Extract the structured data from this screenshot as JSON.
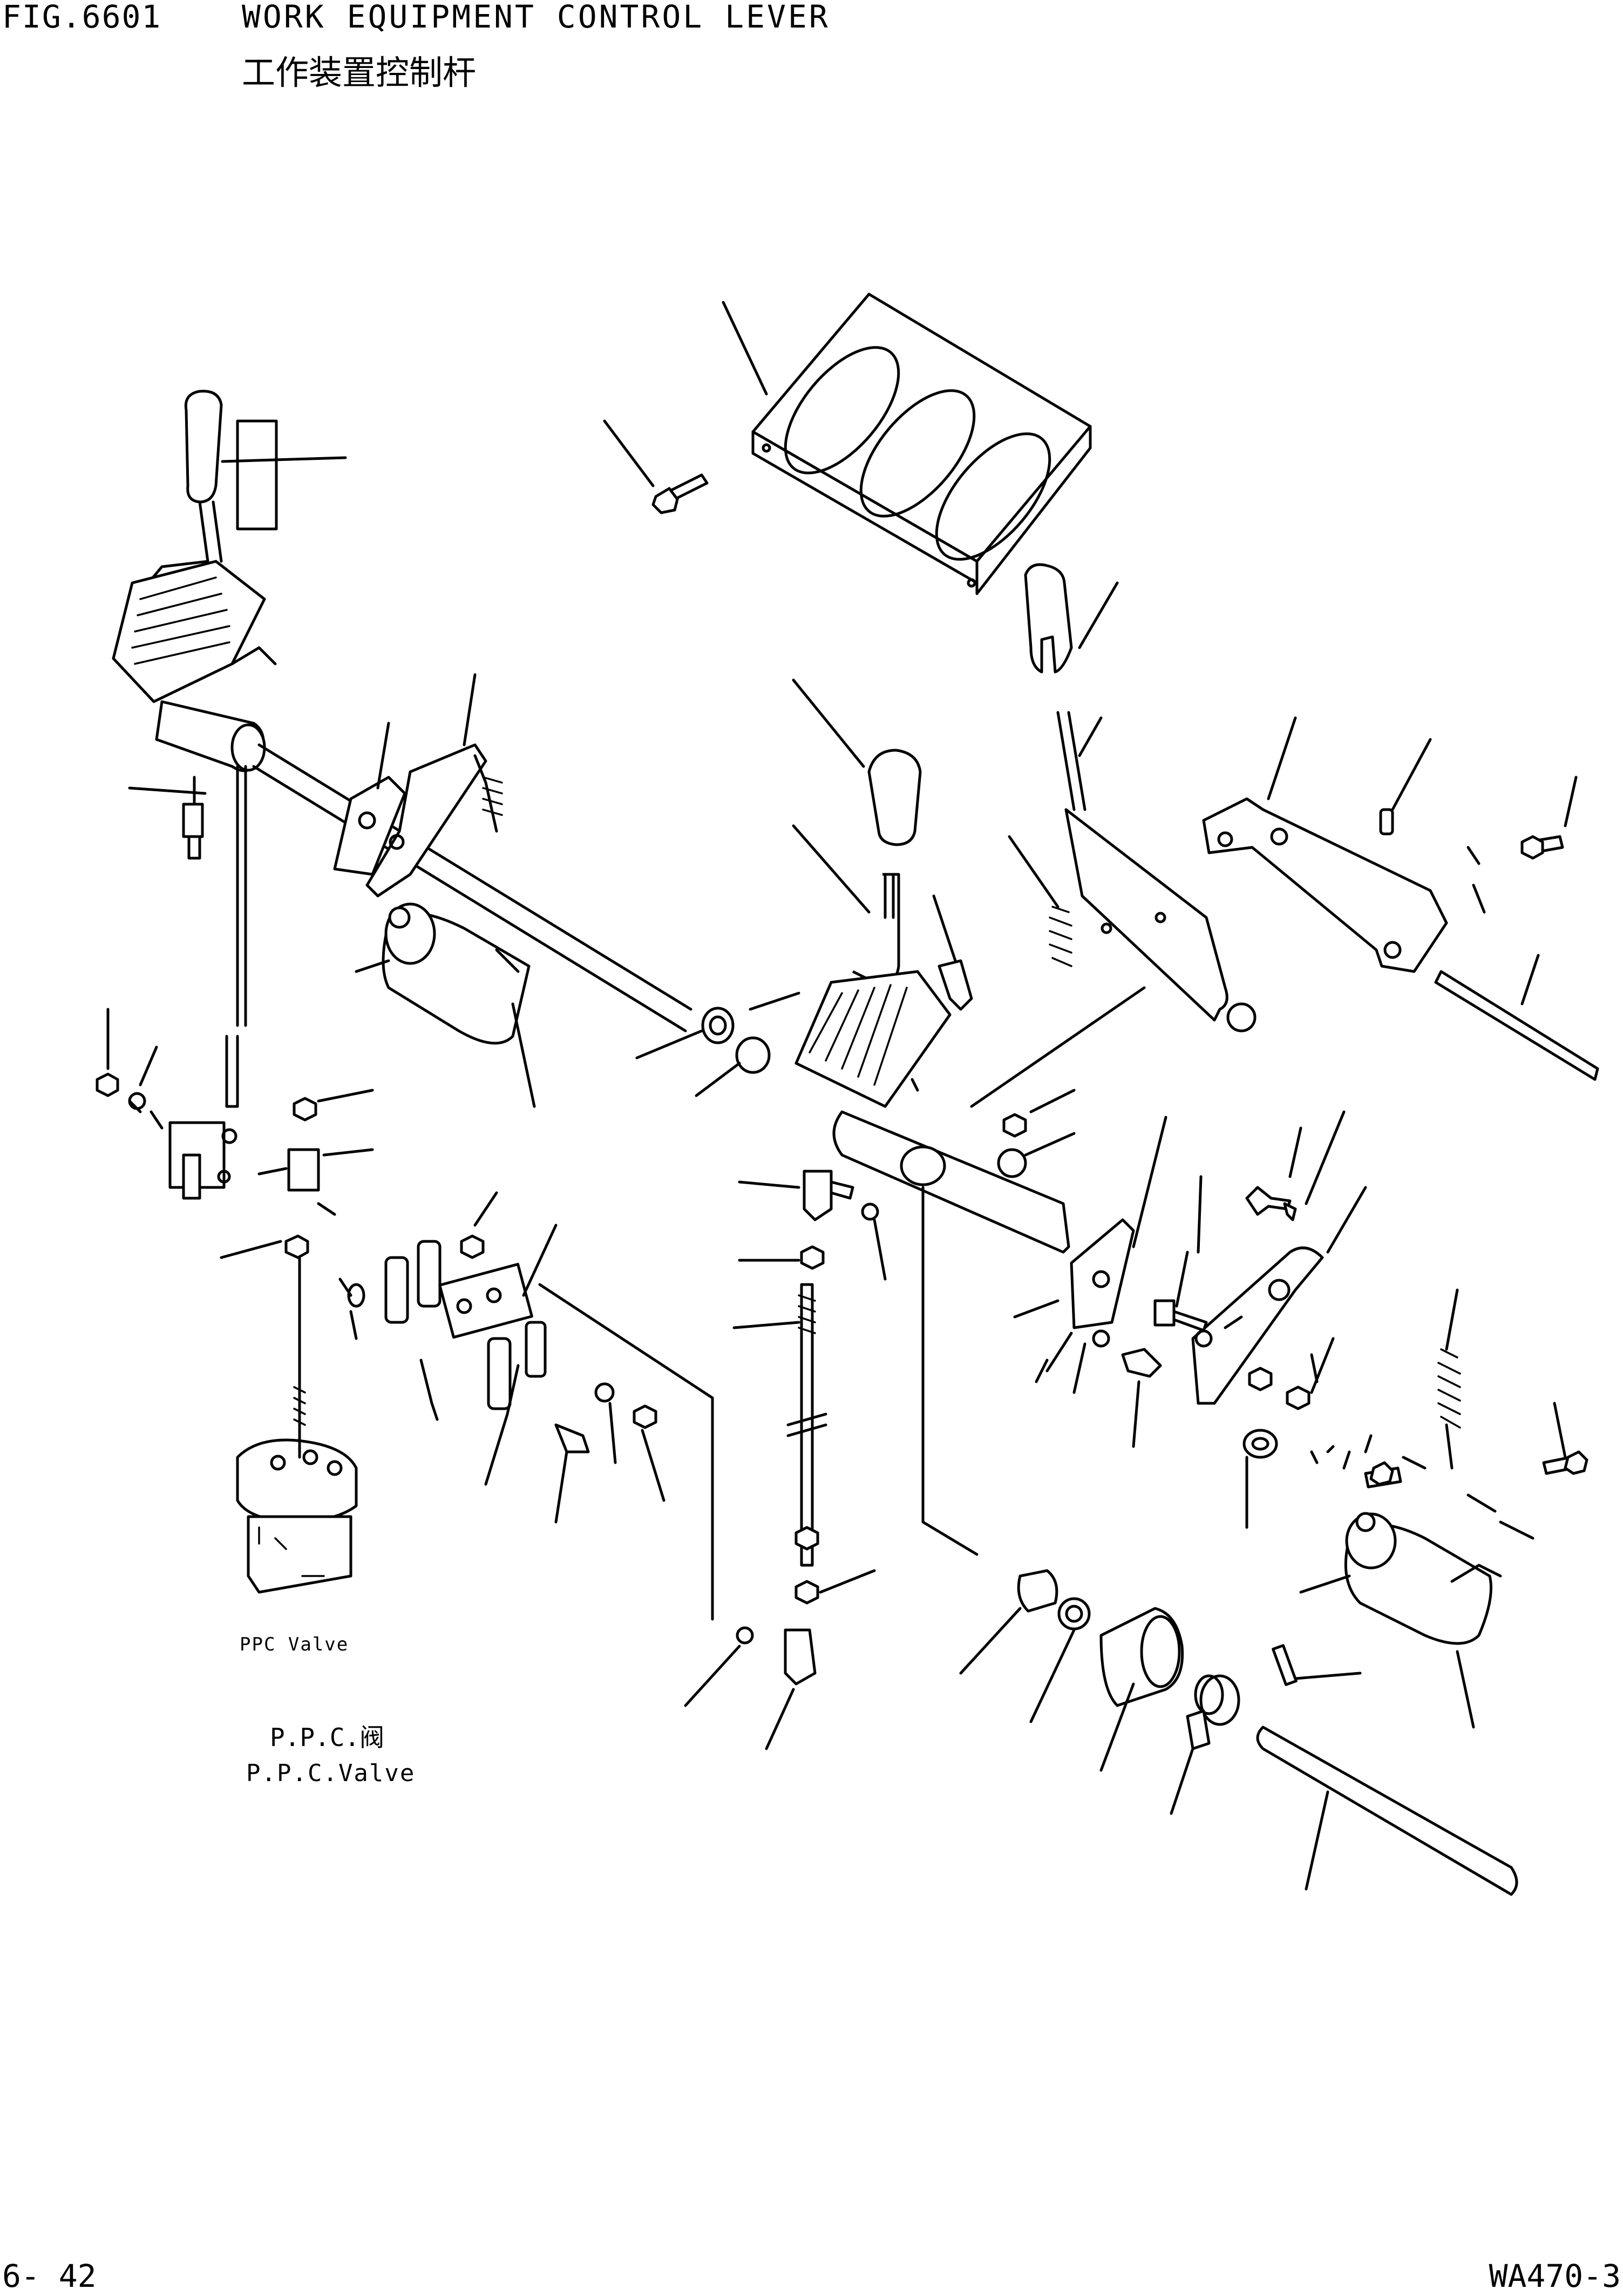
{
  "header": {
    "figure_number": "FIG.6601",
    "title_en": "WORK EQUIPMENT CONTROL LEVER",
    "title_cn": "工作装置控制杆"
  },
  "diagram": {
    "label_ppc_small": "PPC Valve",
    "label_ppc_cn": "P.P.C.阀",
    "label_ppc_en": "P.P.C.Valve"
  },
  "footer": {
    "page_number": "6- 42",
    "model": "WA470-3"
  }
}
